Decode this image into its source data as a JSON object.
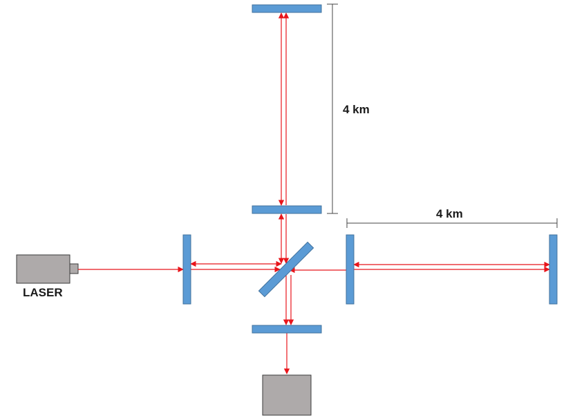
{
  "labels": {
    "laser": "LASER",
    "arm_vertical_length": "4 km",
    "arm_horizontal_length": "4 km"
  },
  "colors": {
    "mirror": "#5b9bd5",
    "beam": "#e8151b",
    "device": "#aeaaaa"
  }
}
